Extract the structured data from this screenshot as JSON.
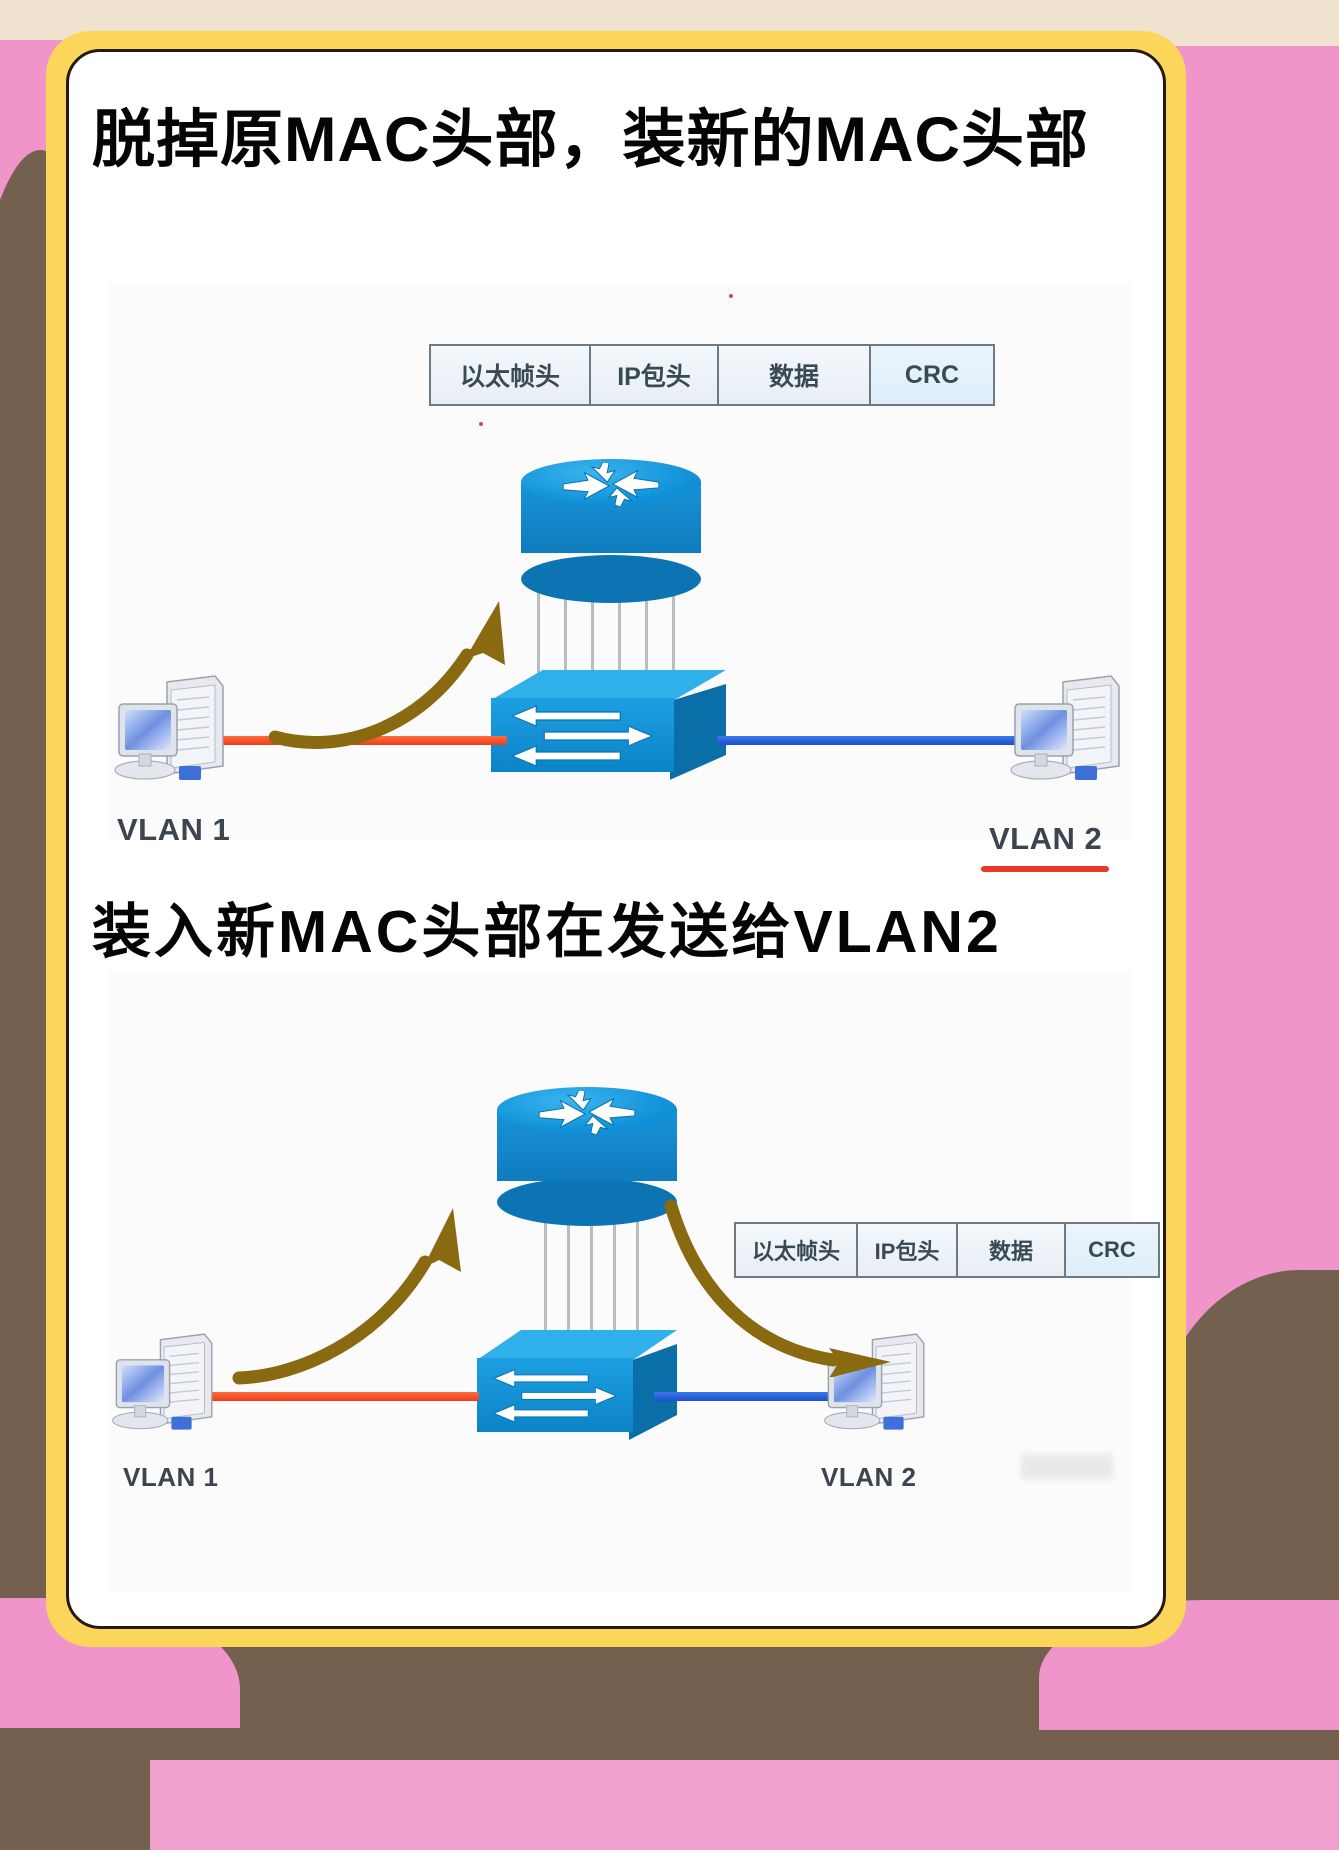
{
  "page": {
    "background_pink": "#f095c9",
    "background_brown": "#74604f",
    "frame_yellow": "#fcd65a",
    "card_white": "#ffffff"
  },
  "headings": {
    "title_1": "脱掉原MAC头部，装新的MAC头部",
    "title_2": "装入新MAC头部在发送给VLAN2"
  },
  "frame_table_top": {
    "cells": [
      "以太帧头",
      "IP包头",
      "数据",
      "CRC"
    ]
  },
  "frame_table_bottom": {
    "cells": [
      "以太帧头",
      "IP包头",
      "数据",
      "CRC"
    ]
  },
  "diagram_1": {
    "left_label": "VLAN 1",
    "right_label": "VLAN 2",
    "device_router": "router-icon",
    "device_switch": "switch-icon",
    "device_pc_left": "computer-icon",
    "device_pc_right": "computer-icon",
    "cable_left_color": "#e8401a",
    "cable_right_color": "#1a4fd0",
    "arrow_color": "#8a6a10"
  },
  "diagram_2": {
    "left_label": "VLAN 1",
    "right_label": "VLAN 2",
    "device_router": "router-icon",
    "device_switch": "switch-icon",
    "device_pc_left": "computer-icon",
    "device_pc_right": "computer-icon",
    "cable_left_color": "#e8401a",
    "cable_right_color": "#1a4fd0",
    "arrow_color": "#8a6a10"
  }
}
